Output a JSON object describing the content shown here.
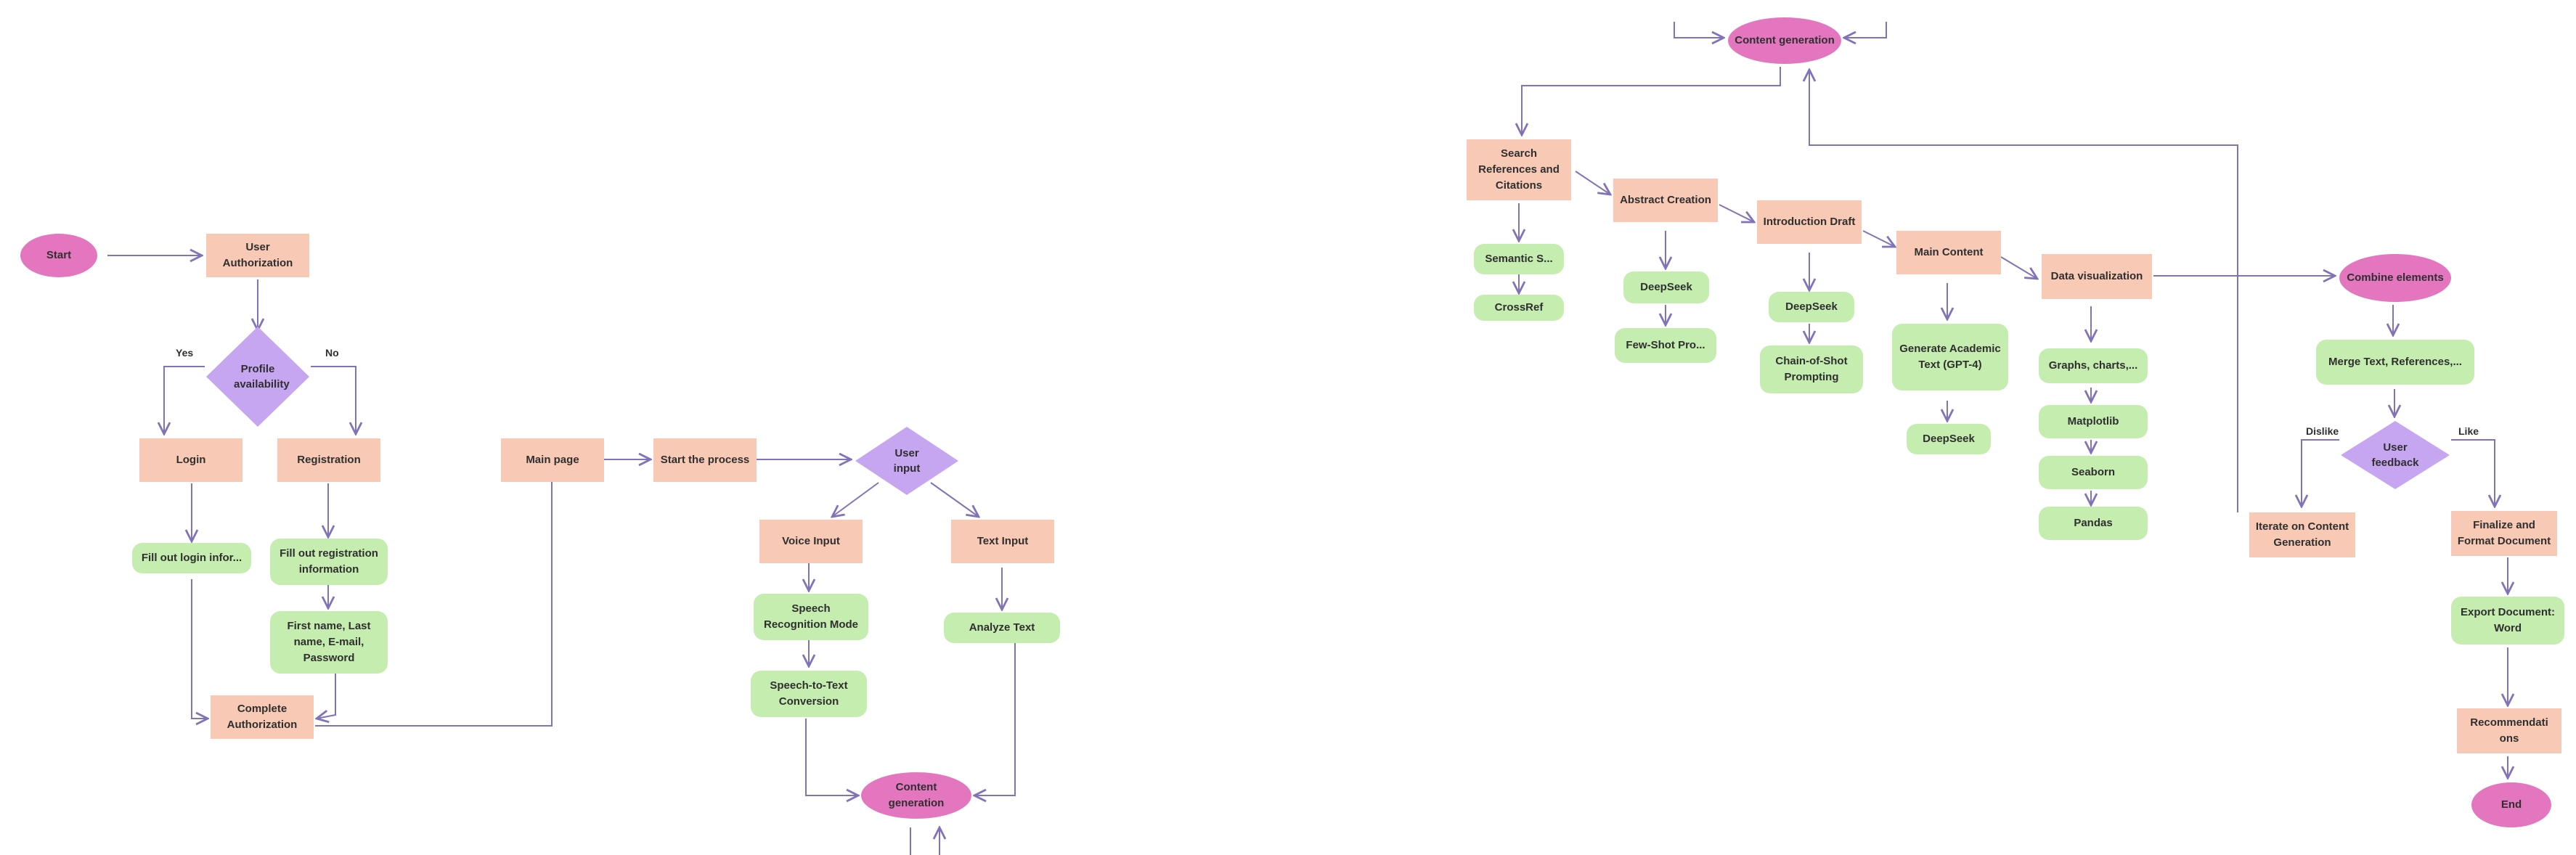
{
  "colors": {
    "terminal": "#e476bf",
    "process": "#f8cab6",
    "tool": "#c5edaf",
    "decision": "#c7a6f1",
    "arrow": "#8273b8"
  },
  "nodes": {
    "start": "Start",
    "user_authorization": "User Authorization",
    "profile_availability": "Profile availability",
    "login": "Login",
    "registration": "Registration",
    "fill_login": "Fill out login infor...",
    "fill_registration": "Fill out registration information",
    "reg_fields": "First name, Last name, E-mail, Password",
    "complete_authorization": "Complete Authorization",
    "main_page": "Main page",
    "start_process": "Start the process",
    "user_input": "User input",
    "voice_input": "Voice Input",
    "text_input": "Text Input",
    "speech_mode": "Speech Recognition Mode",
    "speech_to_text": "Speech-to-Text Conversion",
    "analyze_text": "Analyze Text",
    "content_generation_1": "Content generation",
    "content_generation_2": "Content generation",
    "search_refs": "Search References and Citations",
    "semantic": "Semantic S...",
    "crossref": "CrossRef",
    "abstract": "Abstract Creation",
    "deepseek_1": "DeepSeek",
    "few_shot": "Few-Shot Pro...",
    "intro": "Introduction Draft",
    "deepseek_2": "DeepSeek",
    "chain_of_shot": "Chain-of-Shot Prompting",
    "main_content": "Main Content",
    "generate_academic": "Generate Academic Text (GPT-4)",
    "deepseek_3": "DeepSeek",
    "data_viz": "Data visualization",
    "graphs": "Graphs, charts,...",
    "matplotlib": "Matplotlib",
    "seaborn": "Seaborn",
    "pandas": "Pandas",
    "combine": "Combine elements",
    "merge": "Merge Text, References,...",
    "user_feedback": "User feedback",
    "iterate": "Iterate on Content Generation",
    "finalize": "Finalize and Format Document",
    "export": "Export Document: Word",
    "recommendations": "Recommendati ons",
    "end": "End"
  },
  "edge_labels": {
    "yes": "Yes",
    "no": "No",
    "dislike": "Dislike",
    "like": "Like"
  }
}
